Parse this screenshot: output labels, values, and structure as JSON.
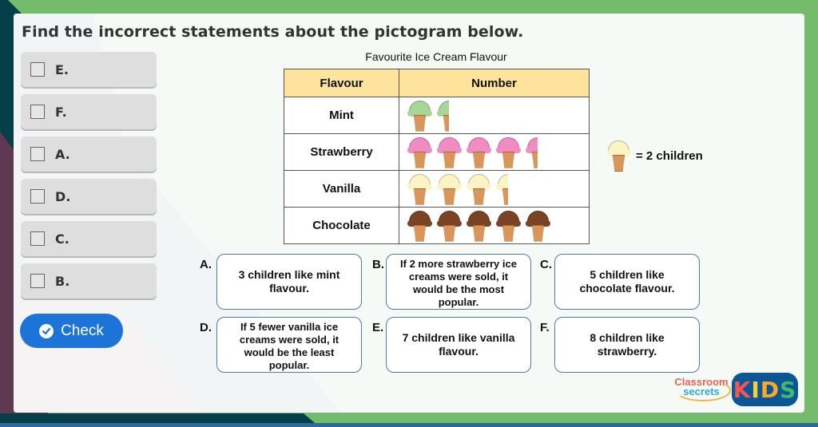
{
  "question": "Find the incorrect statements about the pictogram below.",
  "options": [
    {
      "label": "E.",
      "checked": false
    },
    {
      "label": "F.",
      "checked": false
    },
    {
      "label": "A.",
      "checked": false
    },
    {
      "label": "D.",
      "checked": false
    },
    {
      "label": "C.",
      "checked": false
    },
    {
      "label": "B.",
      "checked": false
    }
  ],
  "check_button": {
    "label": "Check",
    "icon": "check-circle-icon"
  },
  "pictogram": {
    "title": "Favourite Ice Cream Flavour",
    "headers": [
      "Flavour",
      "Number"
    ],
    "rows": [
      {
        "flavour": "Mint",
        "full_icons": 1,
        "half_icons": 1,
        "scoop_color": "#a6d69a"
      },
      {
        "flavour": "Strawberry",
        "full_icons": 4,
        "half_icons": 1,
        "scoop_color": "#f08cc1"
      },
      {
        "flavour": "Vanilla",
        "full_icons": 3,
        "half_icons": 1,
        "scoop_color": "#fdf4c6"
      },
      {
        "flavour": "Chocolate",
        "full_icons": 5,
        "half_icons": 0,
        "scoop_color": "#7a4424"
      }
    ],
    "key": {
      "icon": "ice-cream-cone-icon",
      "text": "= 2 children"
    }
  },
  "chart_data": {
    "type": "table",
    "title": "Favourite Ice Cream Flavour",
    "categories": [
      "Mint",
      "Strawberry",
      "Vanilla",
      "Chocolate"
    ],
    "icons": [
      1.5,
      4.5,
      3.5,
      5
    ],
    "values": [
      3,
      9,
      7,
      10
    ],
    "key": "1 icon = 2 children"
  },
  "statements": [
    {
      "letter": "A.",
      "text": "3 children like mint flavour."
    },
    {
      "letter": "B.",
      "text": "If 2 more strawberry ice creams were sold, it would be the most popular."
    },
    {
      "letter": "C.",
      "text": "5 children like chocolate flavour."
    },
    {
      "letter": "D.",
      "text": "If 5 fewer vanilla ice creams were sold, it would be the least popular."
    },
    {
      "letter": "E.",
      "text": "7 children like vanilla flavour."
    },
    {
      "letter": "F.",
      "text": "8 children like strawberry."
    }
  ],
  "branding": {
    "cs_line1": "Classroom",
    "cs_line2": "secrets",
    "kids": [
      "K",
      "I",
      "D",
      "S"
    ],
    "kids_colors": [
      "#f0584f",
      "#f5d234",
      "#f7a928",
      "#3dbb6a"
    ]
  }
}
